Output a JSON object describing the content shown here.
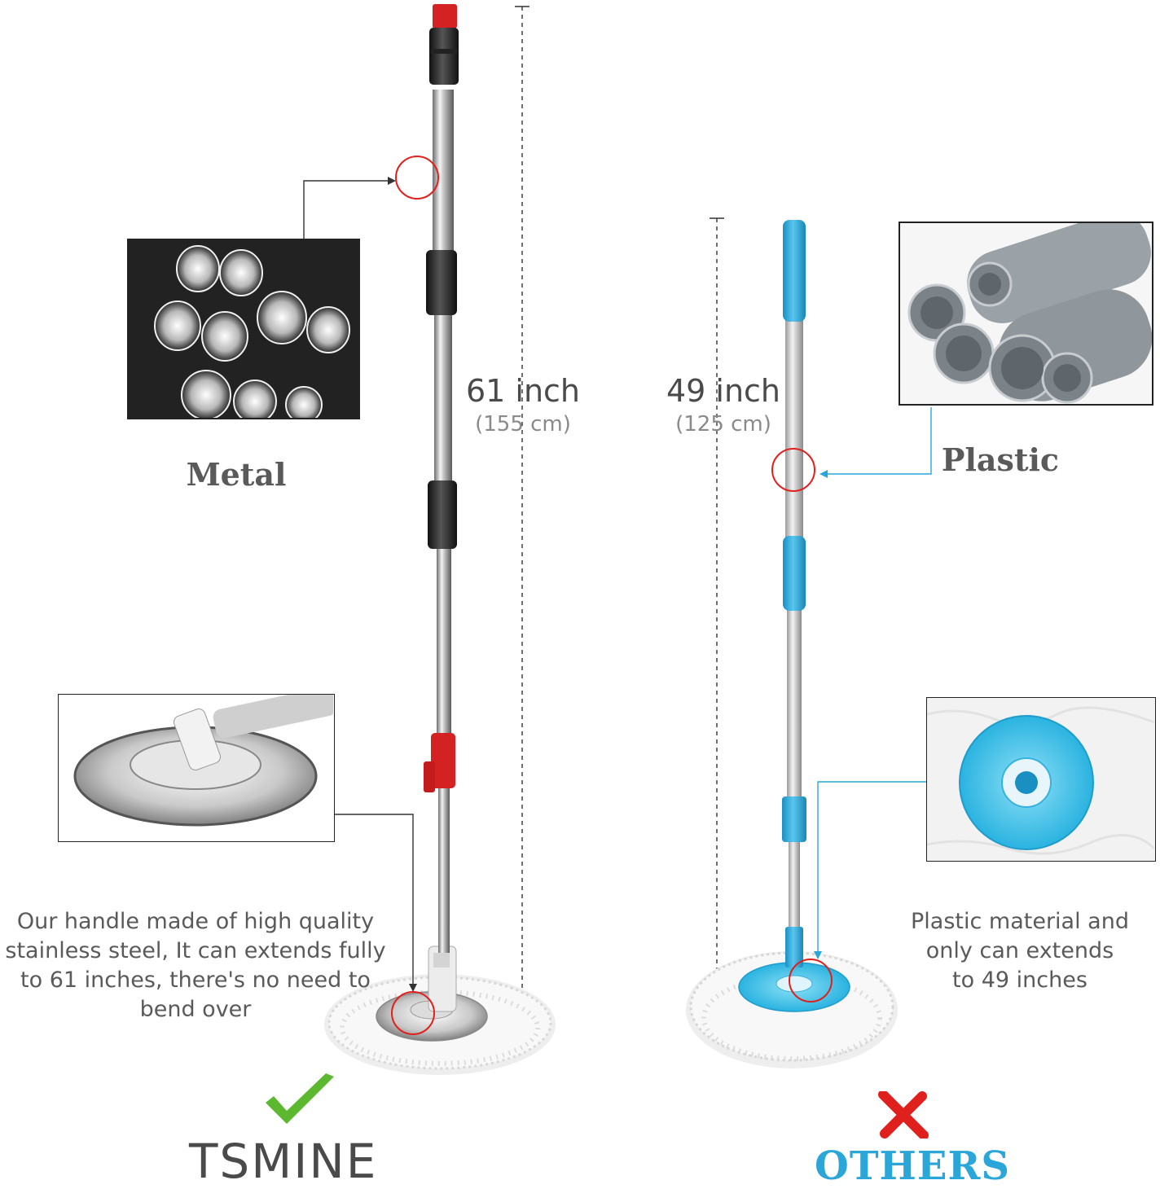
{
  "left_product": {
    "length_label": "61 inch",
    "length_metric": "(155 cm)",
    "material_label": "Metal",
    "description_lines": [
      "Our handle made of high quality",
      "stainless steel, It can extends fully",
      "to 61 inches, there's no need to",
      "bend over"
    ],
    "brand": "TSMINE",
    "verdict_icon": "check-mark-icon",
    "verdict_color": "#5cb82e"
  },
  "right_product": {
    "length_label": "49 inch",
    "length_metric": "(125 cm)",
    "material_label": "Plastic",
    "description_lines": [
      "Plastic material and",
      "only can extends",
      "to 49 inches"
    ],
    "brand": "OTHERS",
    "brand_color": "#2aa6d9",
    "verdict_icon": "cross-mark-icon",
    "verdict_color": "#e0201c"
  },
  "colors": {
    "accent_red": "#e0201c",
    "accent_blue": "#2aa6d9",
    "text_gray": "#5a5a5a"
  }
}
